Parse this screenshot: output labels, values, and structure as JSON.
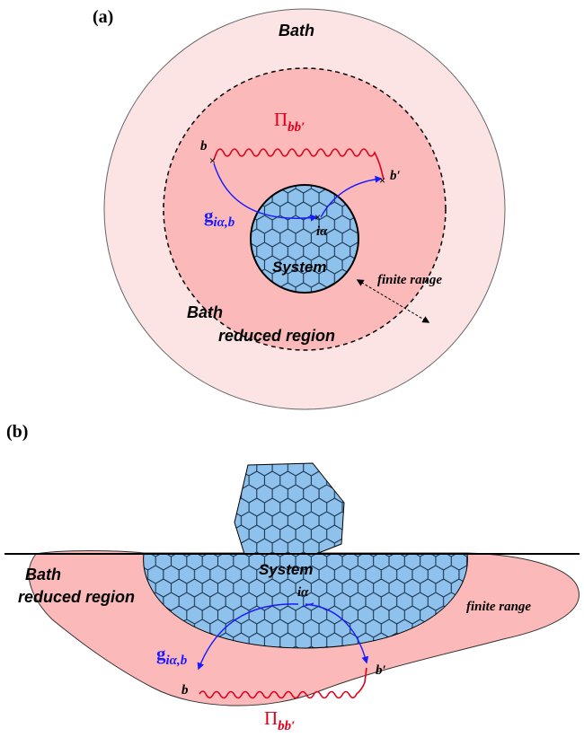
{
  "panel_a": {
    "label": "(a)",
    "bath_outer_label": "Bath",
    "bath_inner_label": "Bath",
    "reduced_region_label": "reduced region",
    "system_label": "System",
    "finite_range_label": "finite range",
    "b_label": "b",
    "b_prime_label": "b′",
    "i_alpha_label": "iα",
    "pi_symbol": "Π",
    "pi_subscript": "bb′",
    "g_symbol": "g",
    "g_subscript": "iα,b"
  },
  "panel_b": {
    "label": "(b)",
    "bath_label": "Bath",
    "reduced_region_label": "reduced region",
    "system_label": "System",
    "finite_range_label": "finite range",
    "b_label": "b",
    "b_prime_label": "b′",
    "i_alpha_label": "iα",
    "pi_symbol": "Π",
    "pi_subscript": "bb′",
    "g_symbol": "g",
    "g_subscript": "iα,b"
  },
  "colors": {
    "bath_outer": "#fde4e4",
    "bath_reduced": "#fbb9b9",
    "system_fill": "#8ec1ec",
    "lattice_stroke": "#1b3550",
    "propagator": "#e0001c",
    "green_function": "#1a1aff"
  }
}
